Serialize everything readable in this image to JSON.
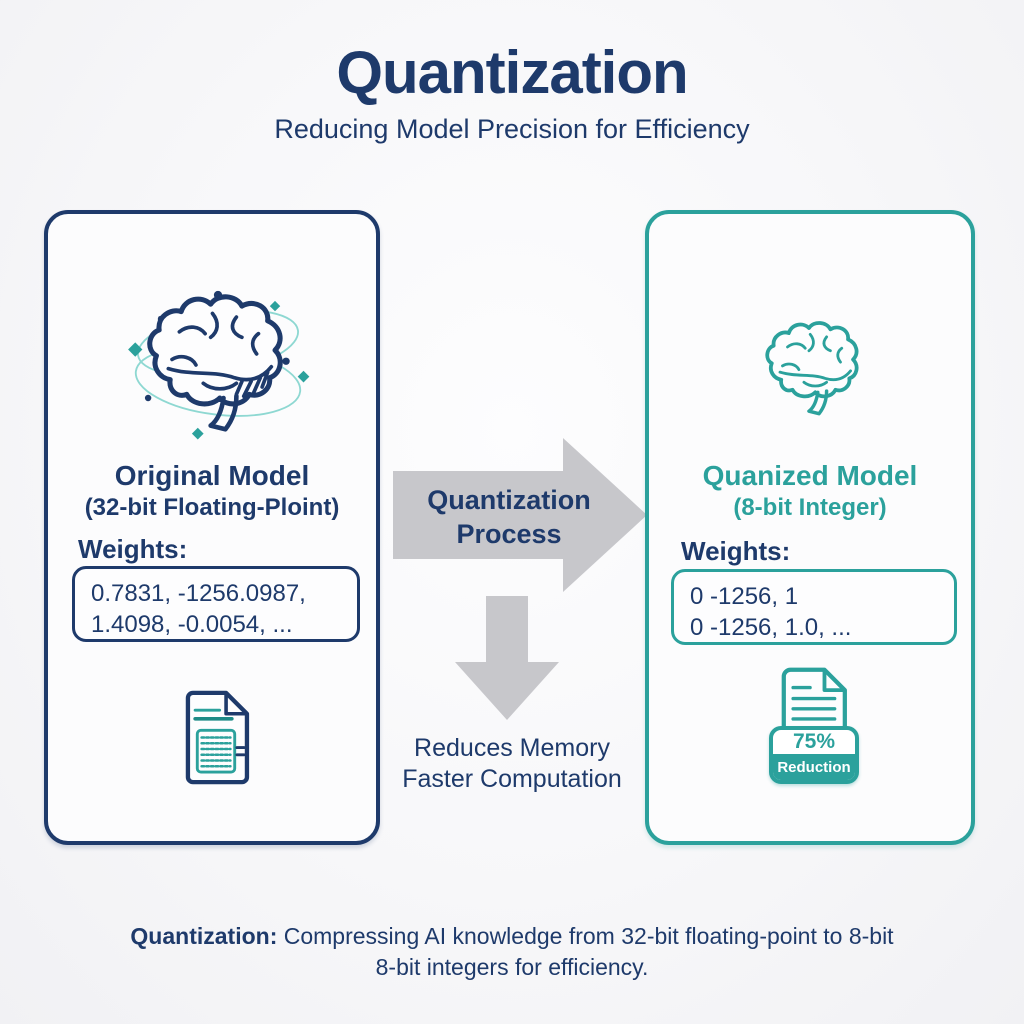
{
  "header": {
    "title": "Quantization",
    "subtitle": "Reducing Model Precision for Efficiency"
  },
  "left_card": {
    "title": "Original Model",
    "subtitle": "(32-bit Floating-Ploint)",
    "weights_label": "Weights:",
    "weights_line1": "0.7831, -1256.0987,",
    "weights_line2": "1.4098, -0.0054, ..."
  },
  "process": {
    "arrow_label_line1": "Quantization",
    "arrow_label_line2": "Process",
    "benefit_line1": "Reduces Memory",
    "benefit_line2": "Faster Computation"
  },
  "right_card": {
    "title": "Quanized Model",
    "subtitle": "(8-bit Integer)",
    "weights_label": "Weights:",
    "weights_line1": "0 -1256, 1",
    "weights_line2": "0 -1256, 1.0, ...",
    "badge_percent": "75%",
    "badge_label": "Reduction"
  },
  "footer": {
    "caption_bold": "Quantization:",
    "caption_rest": " Compressing AI knowledge from 32-bit floating-point to 8-bit",
    "caption_line2": "8-bit integers for efficiency."
  },
  "icons": {
    "left_brain": "brain-network-icon",
    "right_brain": "brain-icon",
    "left_document": "weights-document-icon",
    "right_document": "compressed-document-icon",
    "process_arrow": "arrow-right-icon",
    "result_arrow": "arrow-down-icon"
  },
  "colors": {
    "navy": "#1e3a6b",
    "teal": "#2ba19c",
    "teal_light": "#8ed8d2",
    "arrow_gray": "#c7c7cb",
    "background": "#f7f7f9"
  }
}
